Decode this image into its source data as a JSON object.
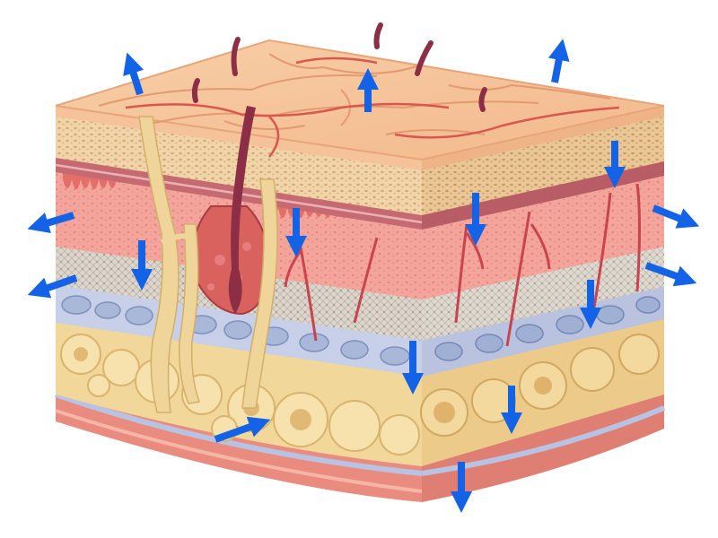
{
  "diagram": {
    "layers": [
      {
        "id": "epidermis-top",
        "color": "#f6c29a"
      },
      {
        "id": "epidermis-porous",
        "color": "#f1d5aa"
      },
      {
        "id": "basement-band",
        "color": "#c66a72"
      },
      {
        "id": "papillary-dermis",
        "color": "#f3a49b"
      },
      {
        "id": "reticular-dermis",
        "color": "#dcd6cc"
      },
      {
        "id": "vascular-plexus",
        "color": "#a9b8d8"
      },
      {
        "id": "fat-lobules",
        "color": "#f2d79a"
      },
      {
        "id": "fascia",
        "color": "#e98c7f"
      }
    ],
    "hair_color": "#8c2f46",
    "vessel_color": "#d9574f",
    "nerve_color": "#f0d59b",
    "gland_color": "#d9615e",
    "arrow_color": "#1463e6",
    "arrows": [
      {
        "id": "arrow-top-left-out",
        "direction": "up"
      },
      {
        "id": "arrow-top-center-out",
        "direction": "up"
      },
      {
        "id": "arrow-top-right-out",
        "direction": "up"
      },
      {
        "id": "arrow-left-upper-out",
        "direction": "left"
      },
      {
        "id": "arrow-left-lower-out",
        "direction": "left"
      },
      {
        "id": "arrow-right-upper-out",
        "direction": "right"
      },
      {
        "id": "arrow-right-lower-out",
        "direction": "right"
      },
      {
        "id": "arrow-dermis-left-in",
        "direction": "down"
      },
      {
        "id": "arrow-dermis-center-in",
        "direction": "down"
      },
      {
        "id": "arrow-dermis-right-in",
        "direction": "down"
      },
      {
        "id": "arrow-corner-right-in",
        "direction": "down"
      },
      {
        "id": "arrow-reticular-in",
        "direction": "down"
      },
      {
        "id": "arrow-fat-center-in",
        "direction": "down"
      },
      {
        "id": "arrow-fat-right-in",
        "direction": "down"
      },
      {
        "id": "arrow-fat-lower-right-in",
        "direction": "down"
      },
      {
        "id": "arrow-bottom-out",
        "direction": "down"
      },
      {
        "id": "arrow-fat-left-in",
        "direction": "diagonal-up-right"
      }
    ]
  }
}
